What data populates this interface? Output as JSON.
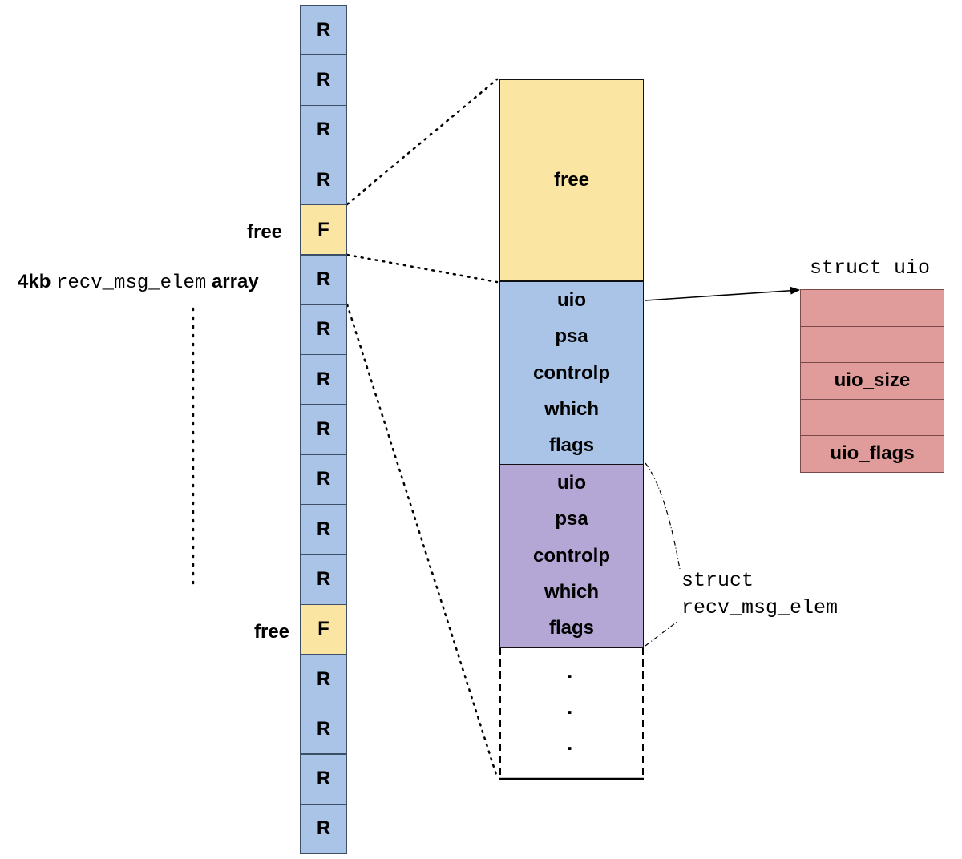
{
  "colors": {
    "used_cell": "#a9c4e6",
    "free_cell": "#fbe5a3",
    "elem_blue": "#a9c4e6",
    "elem_purple": "#b4a7d6",
    "struct_uio": "#e09c9a"
  },
  "array": {
    "cells": [
      "R",
      "R",
      "R",
      "R",
      "F",
      "R",
      "R",
      "R",
      "R",
      "R",
      "R",
      "R",
      "F",
      "R",
      "R",
      "R",
      "R"
    ],
    "label_prefix": "4kb",
    "label_type": "recv_msg_elem",
    "label_suffix": "array",
    "free_label_1": "free",
    "free_label_2": "free"
  },
  "expanded": {
    "free_block": "free",
    "elem1": [
      "uio",
      "psa",
      "controlp",
      "which",
      "flags"
    ],
    "elem2": [
      "uio",
      "psa",
      "controlp",
      "which",
      "flags"
    ],
    "ellipsis": [
      ".",
      ".",
      "."
    ]
  },
  "struct_recv_msg_elem": {
    "line1": "struct",
    "line2": "recv_msg_elem"
  },
  "struct_uio": {
    "title": "struct uio",
    "fields": [
      "",
      "",
      "uio_size",
      "",
      "uio_flags"
    ]
  }
}
